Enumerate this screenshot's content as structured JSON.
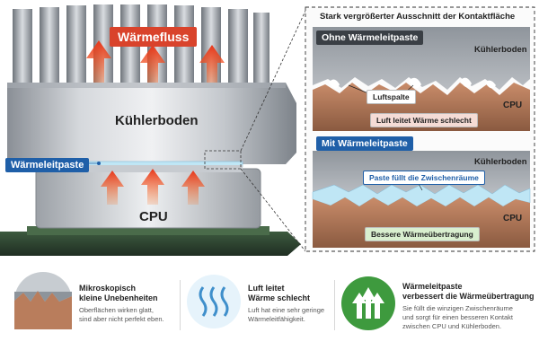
{
  "labels": {
    "heat_flow": "Wärmefluss",
    "cooler_base": "Kühlerboden",
    "thermal_paste": "Wärmeleitpaste",
    "cpu": "CPU"
  },
  "detail": {
    "title": "Stark vergrößerter Ausschnitt der Kontaktfläche",
    "without": {
      "title": "Ohne Wärmeleitpaste",
      "cooler_label": "Kühlerboden",
      "gap_label": "Luftspalte",
      "cpu_label": "CPU",
      "caption": "Luft leitet Wärme schlecht"
    },
    "with": {
      "title": "Mit Wärmeleitpaste",
      "cooler_label": "Kühlerboden",
      "paste_label": "Paste füllt die Zwischenräume",
      "cpu_label": "CPU",
      "caption": "Bessere Wärmeübertragung"
    }
  },
  "legend": [
    {
      "title_line1": "Mikroskopisch",
      "title_line2": "kleine Unebenheiten",
      "desc_line1": "Oberflächen wirken glatt,",
      "desc_line2": "sind aber nicht perfekt eben.",
      "desc_line3": ""
    },
    {
      "title_line1": "Luft leitet",
      "title_line2": "Wärme schlecht",
      "desc_line1": "Luft hat eine sehr geringe",
      "desc_line2": "Wärmeleitfähigkeit.",
      "desc_line3": ""
    },
    {
      "title_line1": "Wärmeleitpaste",
      "title_line2": "verbessert die Wärmeübertragung",
      "desc_line1": "Sie füllt die winzigen Zwischenräume",
      "desc_line2": "und sorgt für einen besseren Kontakt",
      "desc_line3": "zwischen CPU und Kühlerboden."
    }
  ],
  "colors": {
    "blue_label": "#1f5fa8",
    "red_label": "#d9432b",
    "paste": "#bfe6f5",
    "caption_red_bg": "#f5dcd6",
    "caption_green_bg": "#d9efcf",
    "arrow": "#e84a1f",
    "green_icon": "#3e9a3e"
  },
  "icons": [
    "rough-surface-icon",
    "air-waves-icon",
    "up-arrows-icon"
  ]
}
